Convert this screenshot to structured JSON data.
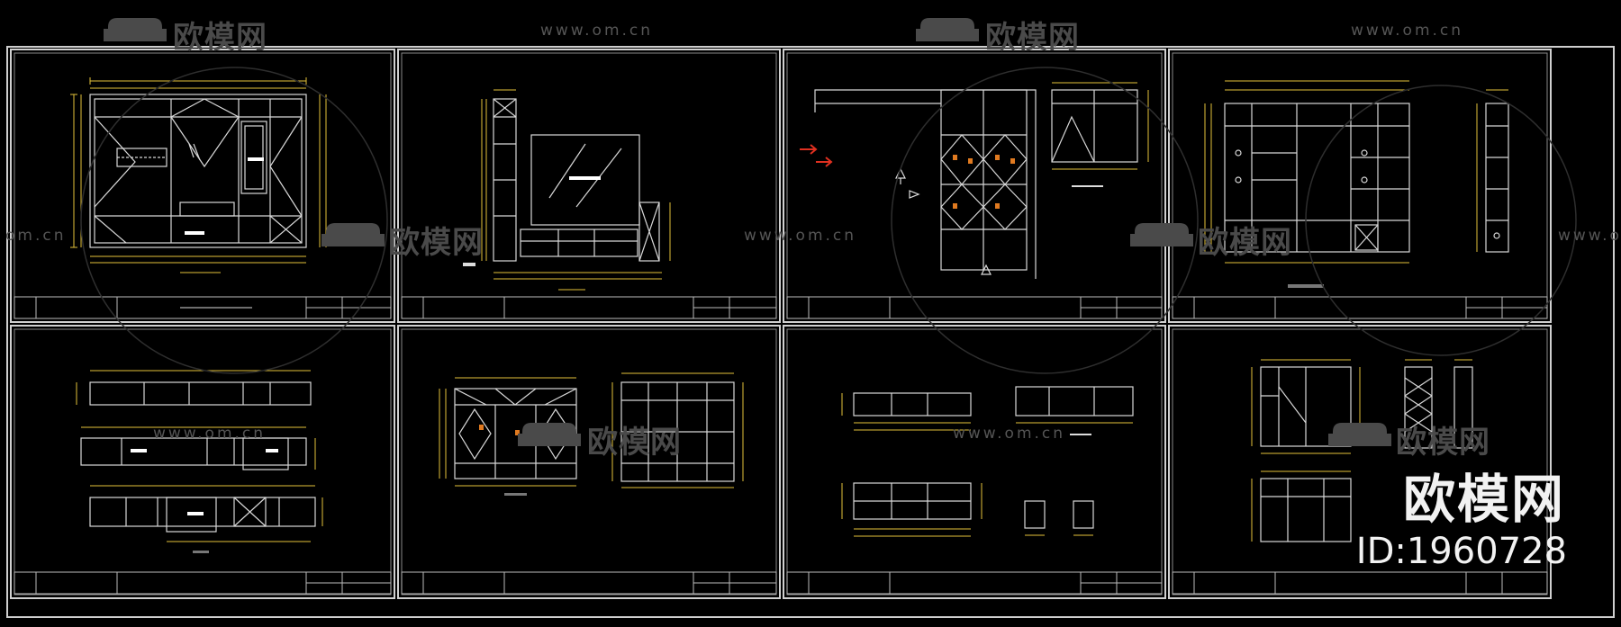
{
  "watermark": {
    "brand": "欧模网",
    "url": "www.om.cn",
    "url_partial": "om.cn",
    "id_label": "ID:1960728"
  },
  "colors": {
    "background": "#000000",
    "line": "#d8d8d8",
    "dimension": "#e3c23a",
    "accent_red": "#e03020",
    "accent_orange": "#e07a20",
    "watermark": "#4a4a4a"
  },
  "sheets": [
    {
      "id": "sheet-1"
    },
    {
      "id": "sheet-2"
    },
    {
      "id": "sheet-3"
    },
    {
      "id": "sheet-4"
    },
    {
      "id": "sheet-5"
    },
    {
      "id": "sheet-6"
    },
    {
      "id": "sheet-7"
    },
    {
      "id": "sheet-8"
    }
  ]
}
